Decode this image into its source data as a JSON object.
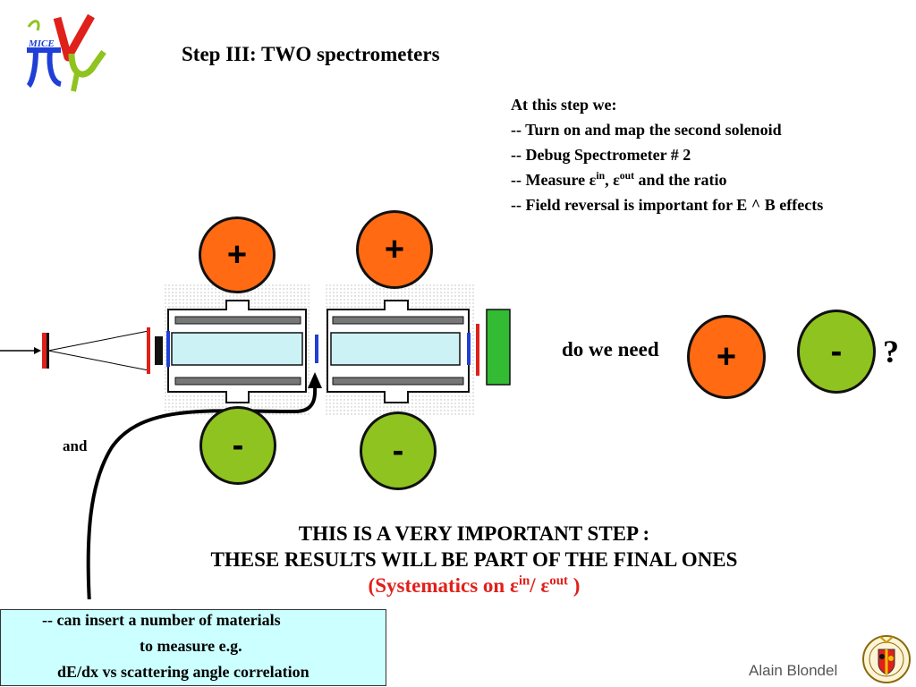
{
  "logo": {
    "text": "MICE"
  },
  "title": "Step III:  TWO spectrometers",
  "steps": {
    "intro": "At this step we:",
    "items": [
      "-- Turn on and map the second solenoid",
      "-- Debug Spectrometer # 2"
    ],
    "measure": {
      "prefix": "-- Measure ",
      "eps": "ε",
      "sup_in": "in",
      "sep": ",  ",
      "sup_out": "out",
      "suffix": " and the ratio"
    },
    "field": "-- Field reversal is important for E ^ B effects"
  },
  "polarity": {
    "top_left": "+",
    "top_right": "+",
    "bottom_left": "-",
    "bottom_right": "-",
    "need_plus": "+",
    "need_minus": "-"
  },
  "question": {
    "label": "do we need",
    "mark": "?"
  },
  "and_label": "and",
  "important": {
    "line1": "THIS IS A VERY IMPORTANT STEP :",
    "line2": "THESE RESULTS WILL BE PART OF THE  FINAL ONES",
    "line3": {
      "prefix": "(Systematics on ",
      "eps": "ε",
      "sup_in": "in",
      "slash": "/ ",
      "sup_out": "out",
      "suffix": " )"
    }
  },
  "materials": {
    "line1": "-- can insert a number of materials",
    "line2": "to measure e.g.",
    "line3": "dE/dx vs scattering angle correlation"
  },
  "author": "Alain Blondel",
  "colors": {
    "orange": "#ff6a13",
    "green": "#8fc31f",
    "red": "#e0201b",
    "blue": "#1f3fd6",
    "cyan_box": "#ccffff",
    "detector_green": "#33bb33"
  }
}
